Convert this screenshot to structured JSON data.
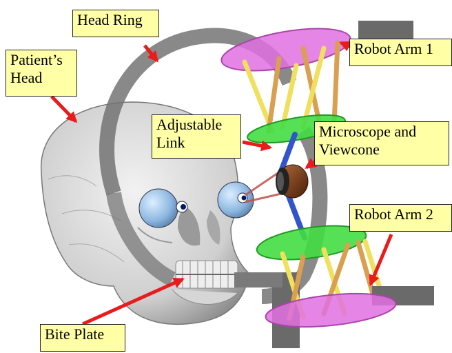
{
  "figure": {
    "labels": {
      "head_ring": "Head Ring",
      "patients_head": [
        "Patient’s",
        "Head"
      ],
      "robot_arm_1": "Robot Arm 1",
      "adjustable_link": [
        "Adjustable",
        "Link"
      ],
      "microscope": [
        "Microscope and",
        "Viewcone"
      ],
      "robot_arm_2": "Robot Arm 2",
      "bite_plate": "Bite Plate"
    },
    "colors": {
      "callout_fill": "#ffffa6",
      "arrow": "#e81c1c",
      "ring": "#7a7a7a",
      "platform_magenta": "#e070e0",
      "platform_green": "#44dd44",
      "leg_yellow": "#f0e060",
      "leg_orange": "#d8a050",
      "link_blue": "#3355cc",
      "microscope_brown": "#7a3a18",
      "skull": "#dcdcdc",
      "eye": "#9ec4e8"
    }
  }
}
